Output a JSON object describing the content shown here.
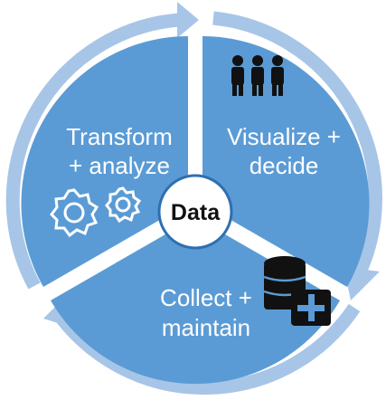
{
  "diagram": {
    "center": {
      "label": "Data"
    },
    "segments": [
      {
        "id": "visualize",
        "line1": "Visualize +",
        "line2": "decide",
        "icon": "people-icon"
      },
      {
        "id": "collect",
        "line1": "Collect +",
        "line2": "maintain",
        "icon": "database-add-icon"
      },
      {
        "id": "transform",
        "line1": "Transform",
        "line2": "+ analyze",
        "icon": "gears-icon"
      }
    ],
    "colors": {
      "segment_fill": "#5b9bd5",
      "arrow_ring": "#a7c5e7",
      "center_fill": "#ffffff",
      "center_stroke": "#2e6fb0",
      "icon_color": "#111111",
      "gear_color": "#ffffff"
    }
  }
}
